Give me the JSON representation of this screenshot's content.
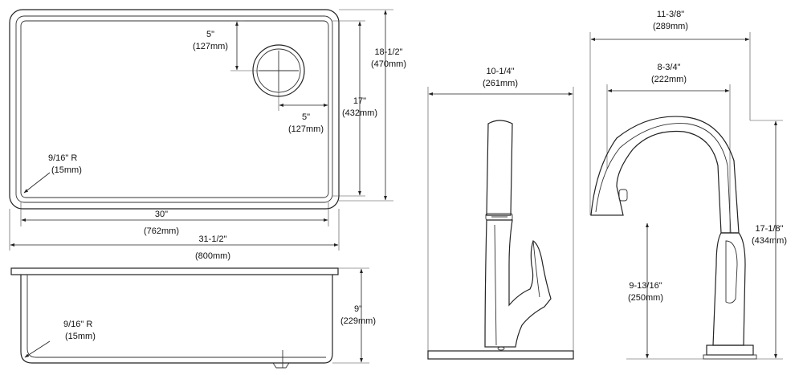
{
  "sink_top": {
    "drain_offset_top": {
      "imperial": "5\"",
      "metric": "(127mm)"
    },
    "drain_offset_side": {
      "imperial": "5\"",
      "metric": "(127mm)"
    },
    "outer_depth": {
      "imperial": "18-1/2\"",
      "metric": "(470mm)"
    },
    "inner_depth": {
      "imperial": "17\"",
      "metric": "(432mm)"
    },
    "corner_radius": {
      "imperial": "9/16\" R",
      "metric": "(15mm)"
    },
    "inner_width": {
      "imperial": "30\"",
      "metric": "(762mm)"
    },
    "outer_width": {
      "imperial": "31-1/2\"",
      "metric": "(800mm)"
    }
  },
  "sink_side": {
    "corner_radius": {
      "imperial": "9/16\" R",
      "metric": "(15mm)"
    },
    "bowl_depth": {
      "imperial": "9\"",
      "metric": "(229mm)"
    }
  },
  "faucet_front": {
    "plate_width": {
      "imperial": "10-1/4\"",
      "metric": "(261mm)"
    }
  },
  "faucet_side": {
    "reach": {
      "imperial": "11-3/8\"",
      "metric": "(289mm)"
    },
    "spout_reach": {
      "imperial": "8-3/4\"",
      "metric": "(222mm)"
    },
    "total_height": {
      "imperial": "17-1/8\"",
      "metric": "(434mm)"
    },
    "spout_height": {
      "imperial": "9-13/16\"",
      "metric": "(250mm)"
    }
  }
}
